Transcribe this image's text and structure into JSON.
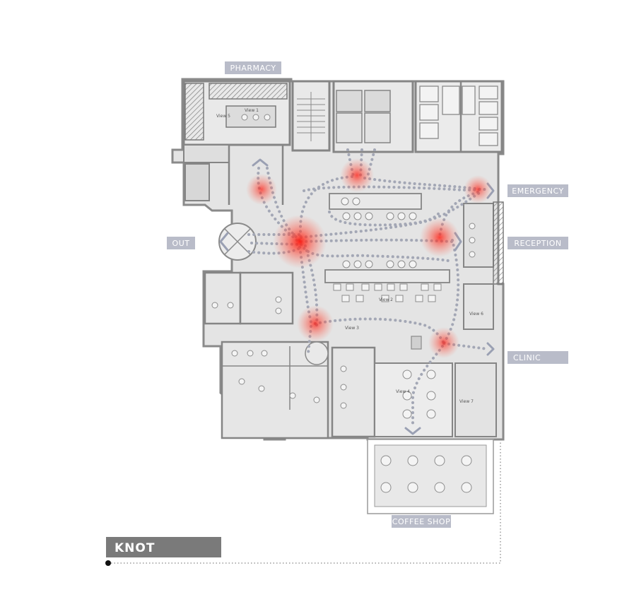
{
  "labels": {
    "pharmacy": "PHARMACY",
    "emergency": "EMERGENCY",
    "out": "OUT",
    "reception": "RECEPTION",
    "clinic": "CLINIC",
    "coffee_shop": "COFFEE SHOP",
    "knot": "KNOT"
  },
  "view_markers": [
    "View 1",
    "View 2",
    "View 3",
    "View 4",
    "View 5",
    "View 6",
    "View 7"
  ],
  "colors": {
    "wall": "#8c8c8c",
    "wall_dark": "#6f6f6f",
    "floor": "#e3e3e3",
    "floor_light": "#ededed",
    "label_bg": "#b9bcc9",
    "knot_bg": "#7a7a7a",
    "path_dot": "#a3a7b5",
    "hotspot": "#ff2a1e"
  },
  "hotspots": [
    {
      "name": "hotspot-pharmacy-entry",
      "intensity": 0.75
    },
    {
      "name": "hotspot-elevator",
      "intensity": 0.8
    },
    {
      "name": "hotspot-emergency",
      "intensity": 0.75
    },
    {
      "name": "hotspot-knot-center",
      "intensity": 1.0
    },
    {
      "name": "hotspot-reception",
      "intensity": 0.85
    },
    {
      "name": "hotspot-stair",
      "intensity": 0.8
    },
    {
      "name": "hotspot-clinic",
      "intensity": 0.75
    }
  ]
}
